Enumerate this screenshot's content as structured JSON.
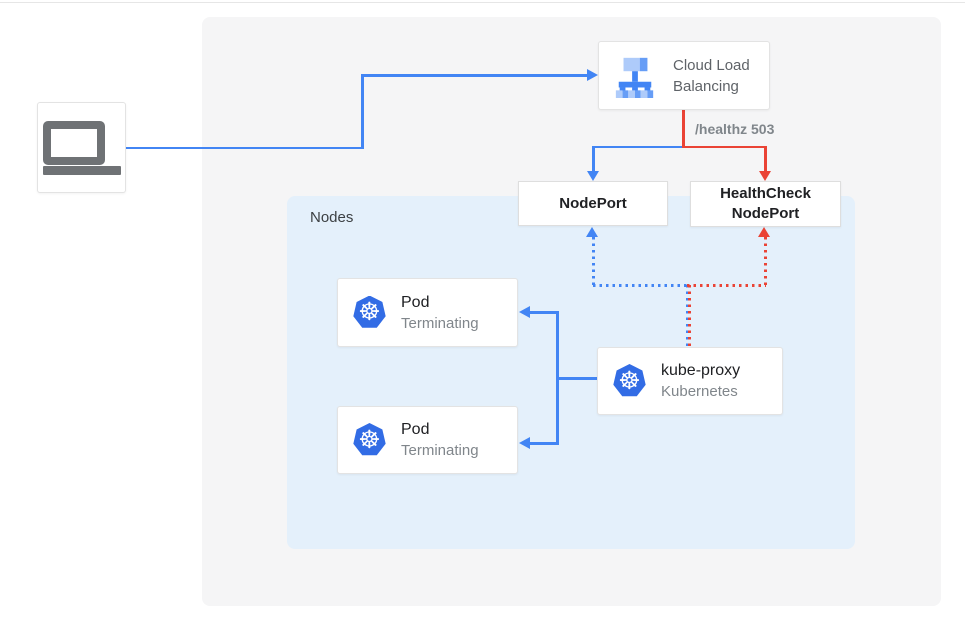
{
  "colors": {
    "blue": "#4285f4",
    "red": "#ea4335",
    "k8s_blue": "#326ce5",
    "panel_bg": "#f5f5f6",
    "nodes_bg": "#e4f0fb",
    "muted_text": "#80868b",
    "laptop_gray": "#6f7275"
  },
  "icons": {
    "client": "laptop-icon",
    "cloud_lb": "load-balancer-icon",
    "pod": "kubernetes-icon",
    "kube_proxy": "kubernetes-icon"
  },
  "k8s_glyph": "☸",
  "nodes_group": {
    "label": "Nodes"
  },
  "cloud_lb": {
    "name_line1": "Cloud Load",
    "name_line2": "Balancing"
  },
  "edge_labels": {
    "healthz": "/healthz 503"
  },
  "nodeport": {
    "label": "NodePort"
  },
  "healthcheck_nodeport": {
    "label_line1": "HealthCheck",
    "label_line2": "NodePort"
  },
  "pods": [
    {
      "title": "Pod",
      "subtitle": "Terminating"
    },
    {
      "title": "Pod",
      "subtitle": "Terminating"
    }
  ],
  "kube_proxy": {
    "title": "kube-proxy",
    "subtitle": "Kubernetes"
  }
}
